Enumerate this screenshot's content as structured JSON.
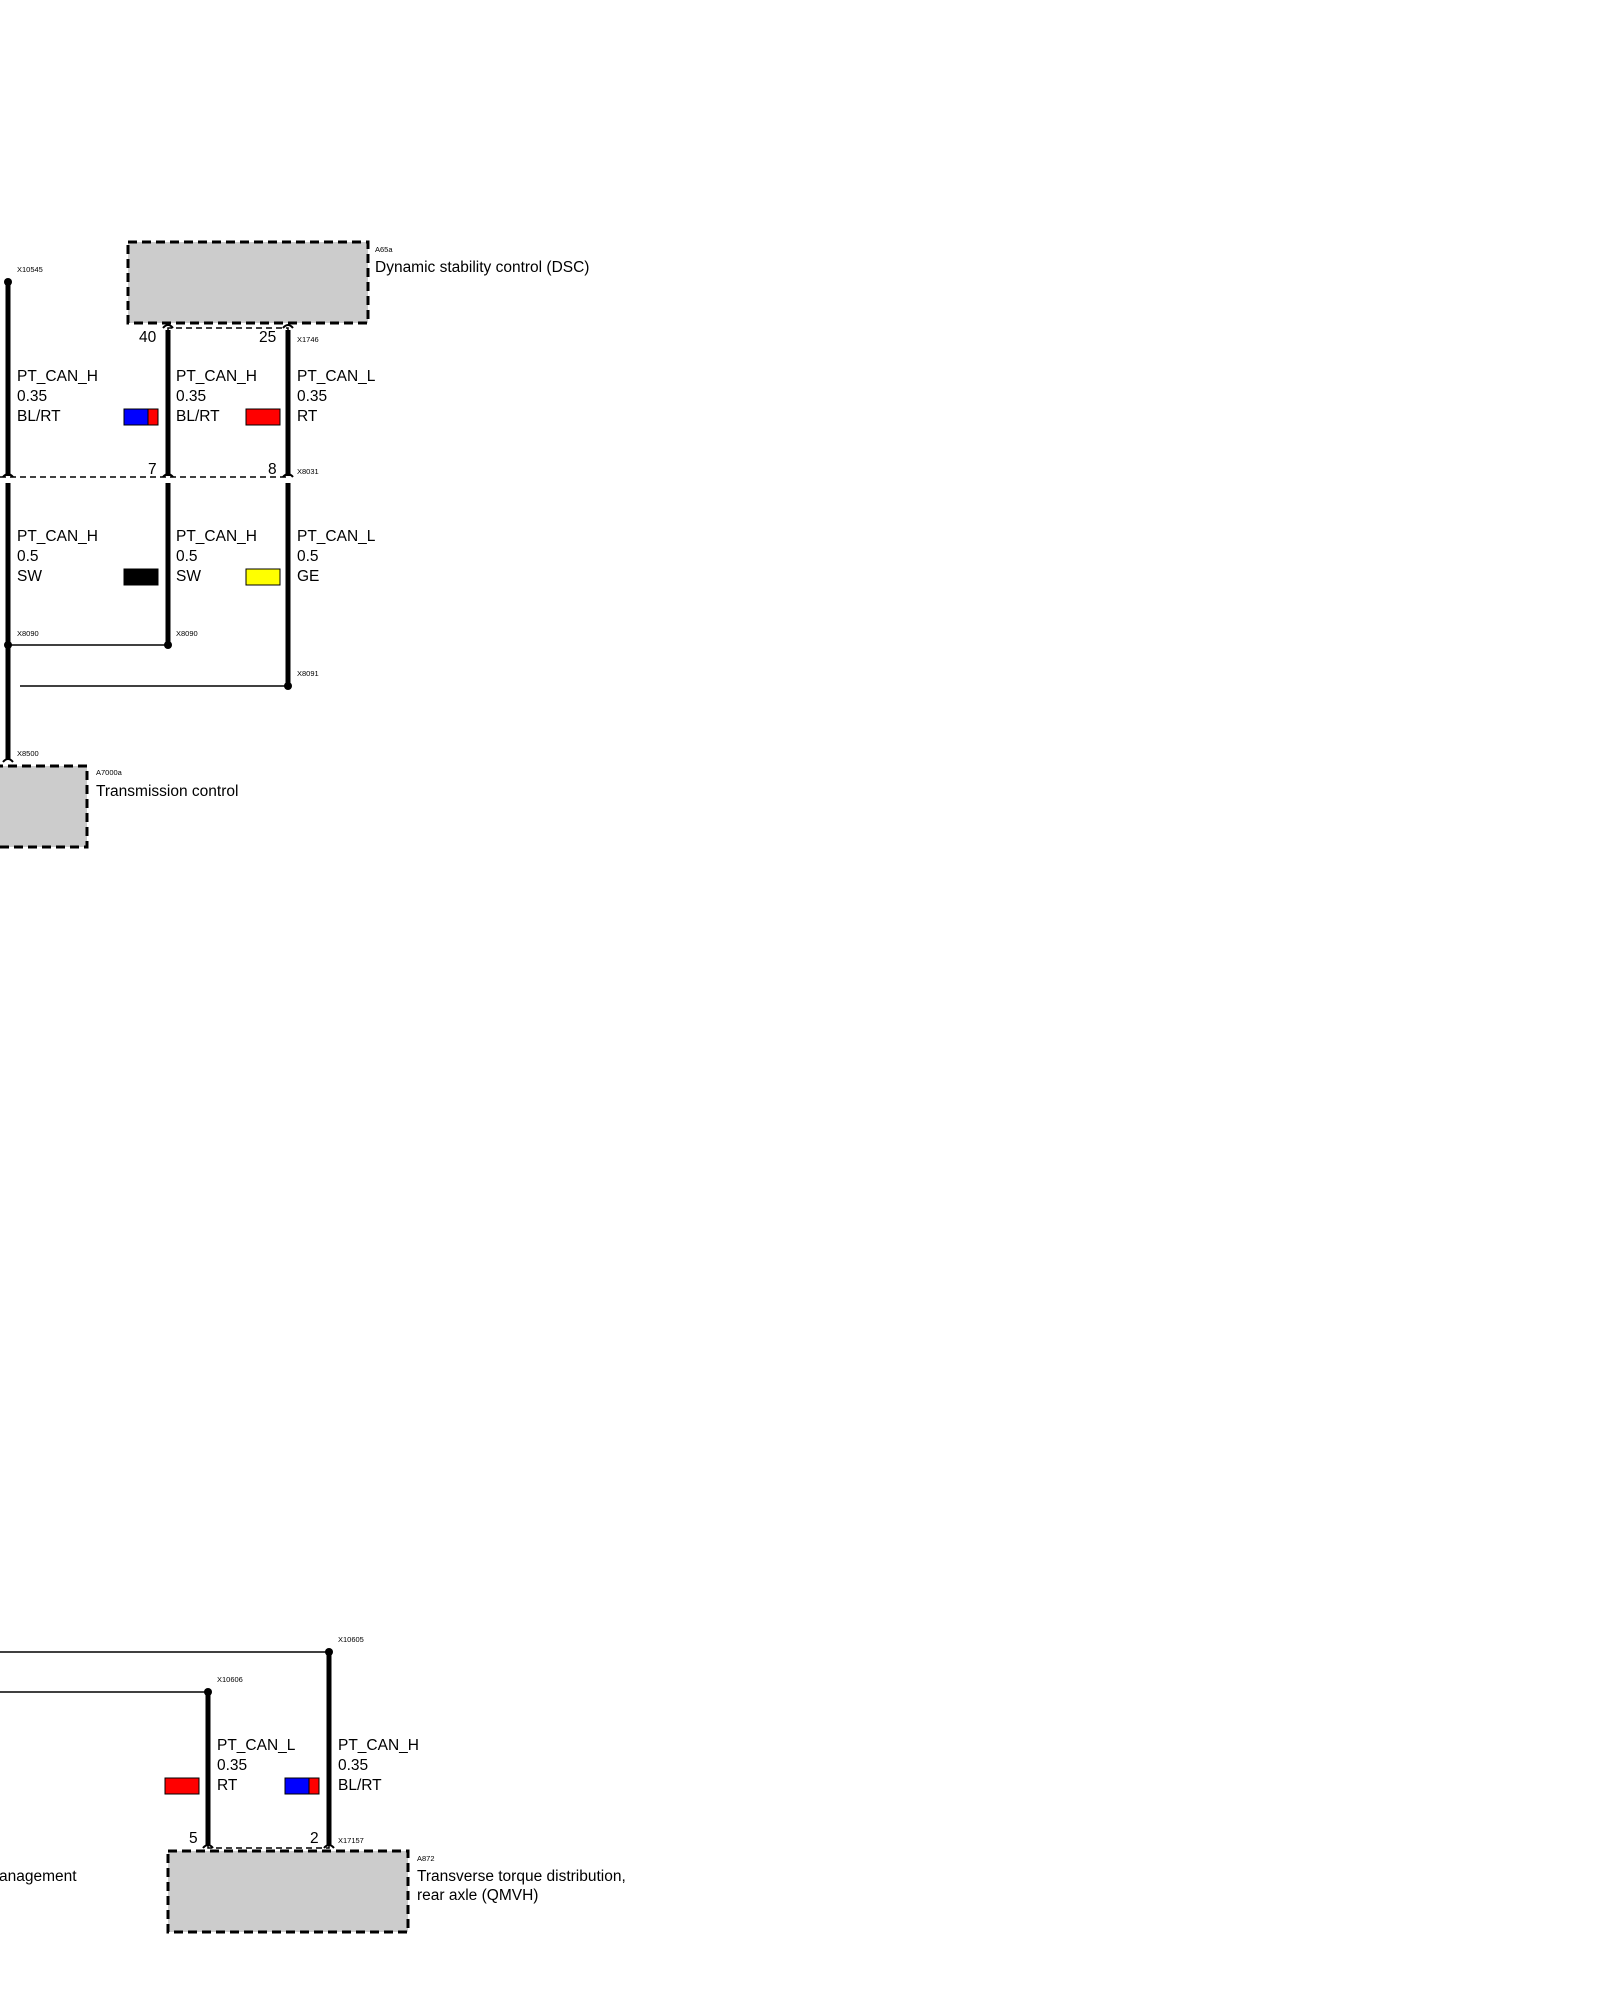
{
  "components": {
    "dsc": {
      "id": "A65a",
      "name": "Dynamic stability control (DSC)"
    },
    "tc": {
      "id": "A7000a",
      "name": "Transmission control"
    },
    "qmvh": {
      "id": "A872",
      "name_line1": "Transverse torque distribution,",
      "name_line2": "rear axle (QMVH)"
    },
    "partial": {
      "name": "anagement"
    }
  },
  "connectors": {
    "c1": "X10545",
    "c2": "X1746",
    "c3": "X8031",
    "c4": "X8090",
    "c5": "X8090",
    "c6": "X8091",
    "c7": "X8500",
    "c8": "X10605",
    "c9": "X10606",
    "c10": "X17157"
  },
  "pins": {
    "p1": "40",
    "p2": "25",
    "p3": "7",
    "p4": "8",
    "p5": "5",
    "p6": "2"
  },
  "wires": {
    "w1": {
      "signal": "PT_CAN_H",
      "gauge": "0.35",
      "color_code": "BL/RT",
      "swatch": [
        "#0000ff",
        "#ff0000"
      ]
    },
    "w2": {
      "signal": "PT_CAN_H",
      "gauge": "0.35",
      "color_code": "BL/RT",
      "swatch": [
        "#0000ff",
        "#ff0000"
      ]
    },
    "w3": {
      "signal": "PT_CAN_L",
      "gauge": "0.35",
      "color_code": "RT",
      "swatch": [
        "#ff0000"
      ]
    },
    "w4": {
      "signal": "PT_CAN_H",
      "gauge": "0.5",
      "color_code": "SW",
      "swatch": [
        "#000000"
      ]
    },
    "w5": {
      "signal": "PT_CAN_H",
      "gauge": "0.5",
      "color_code": "SW",
      "swatch": [
        "#000000"
      ]
    },
    "w6": {
      "signal": "PT_CAN_L",
      "gauge": "0.5",
      "color_code": "GE",
      "swatch": [
        "#ffff00"
      ]
    },
    "w7": {
      "signal": "PT_CAN_L",
      "gauge": "0.35",
      "color_code": "RT",
      "swatch": [
        "#ff0000"
      ]
    },
    "w8": {
      "signal": "PT_CAN_H",
      "gauge": "0.35",
      "color_code": "BL/RT",
      "swatch": [
        "#0000ff",
        "#ff0000"
      ]
    }
  }
}
